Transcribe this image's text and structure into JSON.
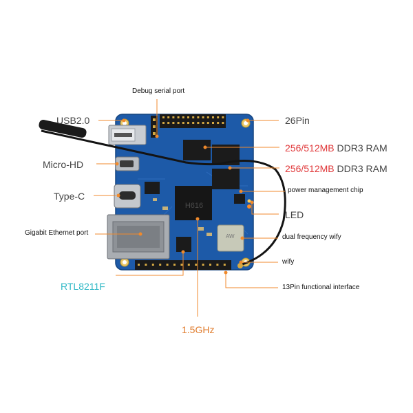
{
  "labels": {
    "debug_serial_port": "Debug serial port",
    "usb20": "USB2.0",
    "pin26": "26Pin",
    "micro_hd": "Micro-HD",
    "ram_size_1": "256/512MB",
    "ram_type_1": " DDR3 RAM",
    "ram_size_2": "256/512MB",
    "ram_type_2": " DDR3 RAM",
    "type_c": "Type-C",
    "power_chip": "power management chip",
    "led": "LED",
    "gigabit_eth": "Gigabit Ethernet port",
    "dual_wifi": "dual frequency wify",
    "wify": "wify",
    "rtl": "RTL8211F",
    "pin13": "13Pin functional interface",
    "ghz": "1.5GHz"
  },
  "board": {
    "soc_marking": "H616",
    "wifi_module_marking": "AW"
  },
  "colors": {
    "board": "#1d5aa8",
    "callout": "#f08a2c",
    "teal": "#2fb8c6",
    "red": "#e0383a"
  }
}
